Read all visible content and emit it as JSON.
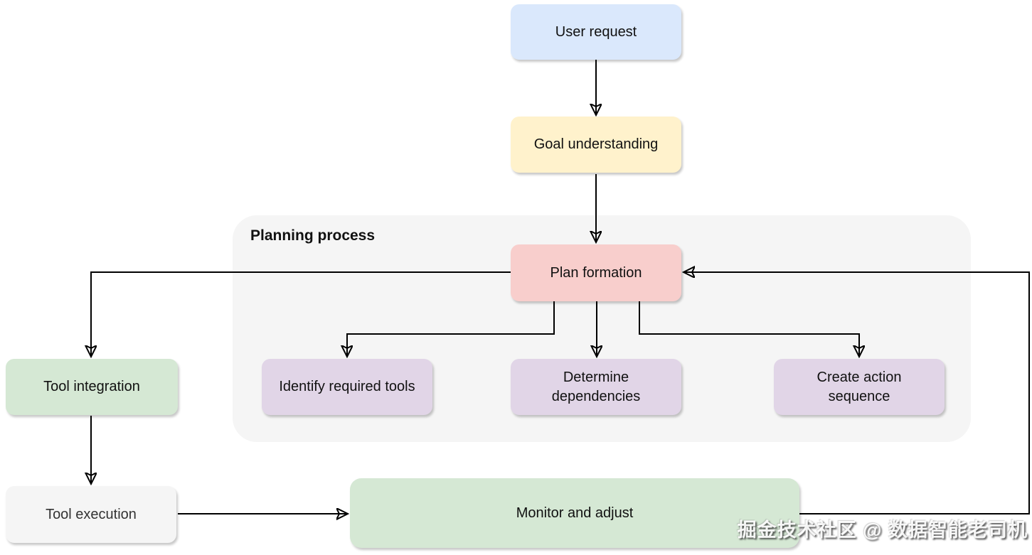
{
  "diagram": {
    "group_label": "Planning process",
    "watermark": "掘金技术社区 @ 数据智能老司机",
    "colors": {
      "node_blue": "#dae8fc",
      "node_yellow": "#fff2cc",
      "node_red": "#f8cecc",
      "node_purple": "#e1d5e7",
      "node_green": "#d5e8d4",
      "node_gray": "#f5f5f5",
      "group_background": "#f5f5f5",
      "edge": "#000000"
    },
    "nodes": {
      "user_request": {
        "label": "User request",
        "color": "#dae8fc"
      },
      "goal_understanding": {
        "label": "Goal understanding",
        "color": "#fff2cc"
      },
      "plan_formation": {
        "label": "Plan formation",
        "color": "#f8cecc"
      },
      "identify_required_tools": {
        "label": "Identify required tools",
        "color": "#e1d5e7"
      },
      "determine_dependencies": {
        "label": "Determine dependencies",
        "color": "#e1d5e7"
      },
      "create_action_sequence": {
        "label": "Create action sequence",
        "color": "#e1d5e7"
      },
      "tool_integration": {
        "label": "Tool integration",
        "color": "#d5e8d4"
      },
      "tool_execution": {
        "label": "Tool execution",
        "color": "#f5f5f5"
      },
      "monitor_and_adjust": {
        "label": "Monitor and adjust",
        "color": "#d5e8d4"
      }
    },
    "edges": [
      {
        "from": "user_request",
        "to": "goal_understanding"
      },
      {
        "from": "goal_understanding",
        "to": "plan_formation"
      },
      {
        "from": "plan_formation",
        "to": "tool_integration"
      },
      {
        "from": "plan_formation",
        "to": "identify_required_tools"
      },
      {
        "from": "plan_formation",
        "to": "determine_dependencies"
      },
      {
        "from": "plan_formation",
        "to": "create_action_sequence"
      },
      {
        "from": "tool_integration",
        "to": "tool_execution"
      },
      {
        "from": "tool_execution",
        "to": "monitor_and_adjust"
      },
      {
        "from": "monitor_and_adjust",
        "to": "plan_formation"
      }
    ]
  }
}
